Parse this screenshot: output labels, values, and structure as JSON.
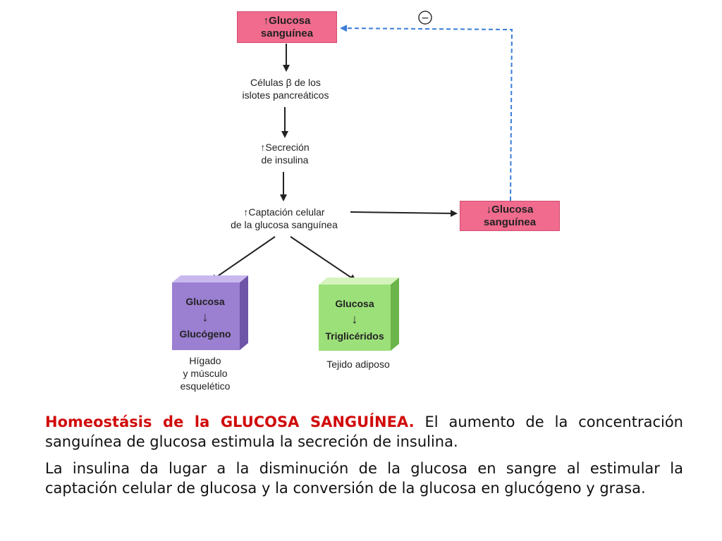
{
  "diagram": {
    "top_box": {
      "line1": "↑Glucosa",
      "line2": "sanguínea"
    },
    "minus_sign": "−",
    "step_beta": {
      "line1": "Células β de los",
      "line2": "islotes pancreáticos"
    },
    "step_secretion": {
      "line1": "↑Secreción",
      "line2": "de insulina"
    },
    "step_uptake": {
      "line1": "↑Captación celular",
      "line2": "de la glucosa sanguínea"
    },
    "right_box": {
      "line1": "↓Glucosa",
      "line2": "sanguínea"
    },
    "liver_cube": {
      "top": "Glucosa",
      "arrow": "↓",
      "bottom": "Glucógeno",
      "color": "#9b7fd1",
      "top_color": "#c9b8ee",
      "side_color": "#6f55a8"
    },
    "liver_label": {
      "line1": "Hígado",
      "line2": "y músculo",
      "line3": "esquelético"
    },
    "fat_cube": {
      "top": "Glucosa",
      "arrow": "↓",
      "bottom": "Triglicéridos",
      "color": "#9ce07a",
      "top_color": "#d4f3bd",
      "side_color": "#6bb54a"
    },
    "fat_label": {
      "line1": "Tejido adiposo"
    },
    "colors": {
      "pink": "#f06b8d",
      "feedback_line": "#3b7dd8"
    }
  },
  "caption": {
    "title": "Homeostásis de la GLUCOSA SANGUÍNEA.",
    "p1_rest": " El aumento de la concentración sanguínea de glucosa estimula la secreción de insulina.",
    "p2": "La insulina da lugar a la disminución de la glucosa en sangre al estimular la captación celular de glucosa y la conversión de la glucosa en glucógeno y grasa.",
    "title_color": "#d10b0b"
  }
}
